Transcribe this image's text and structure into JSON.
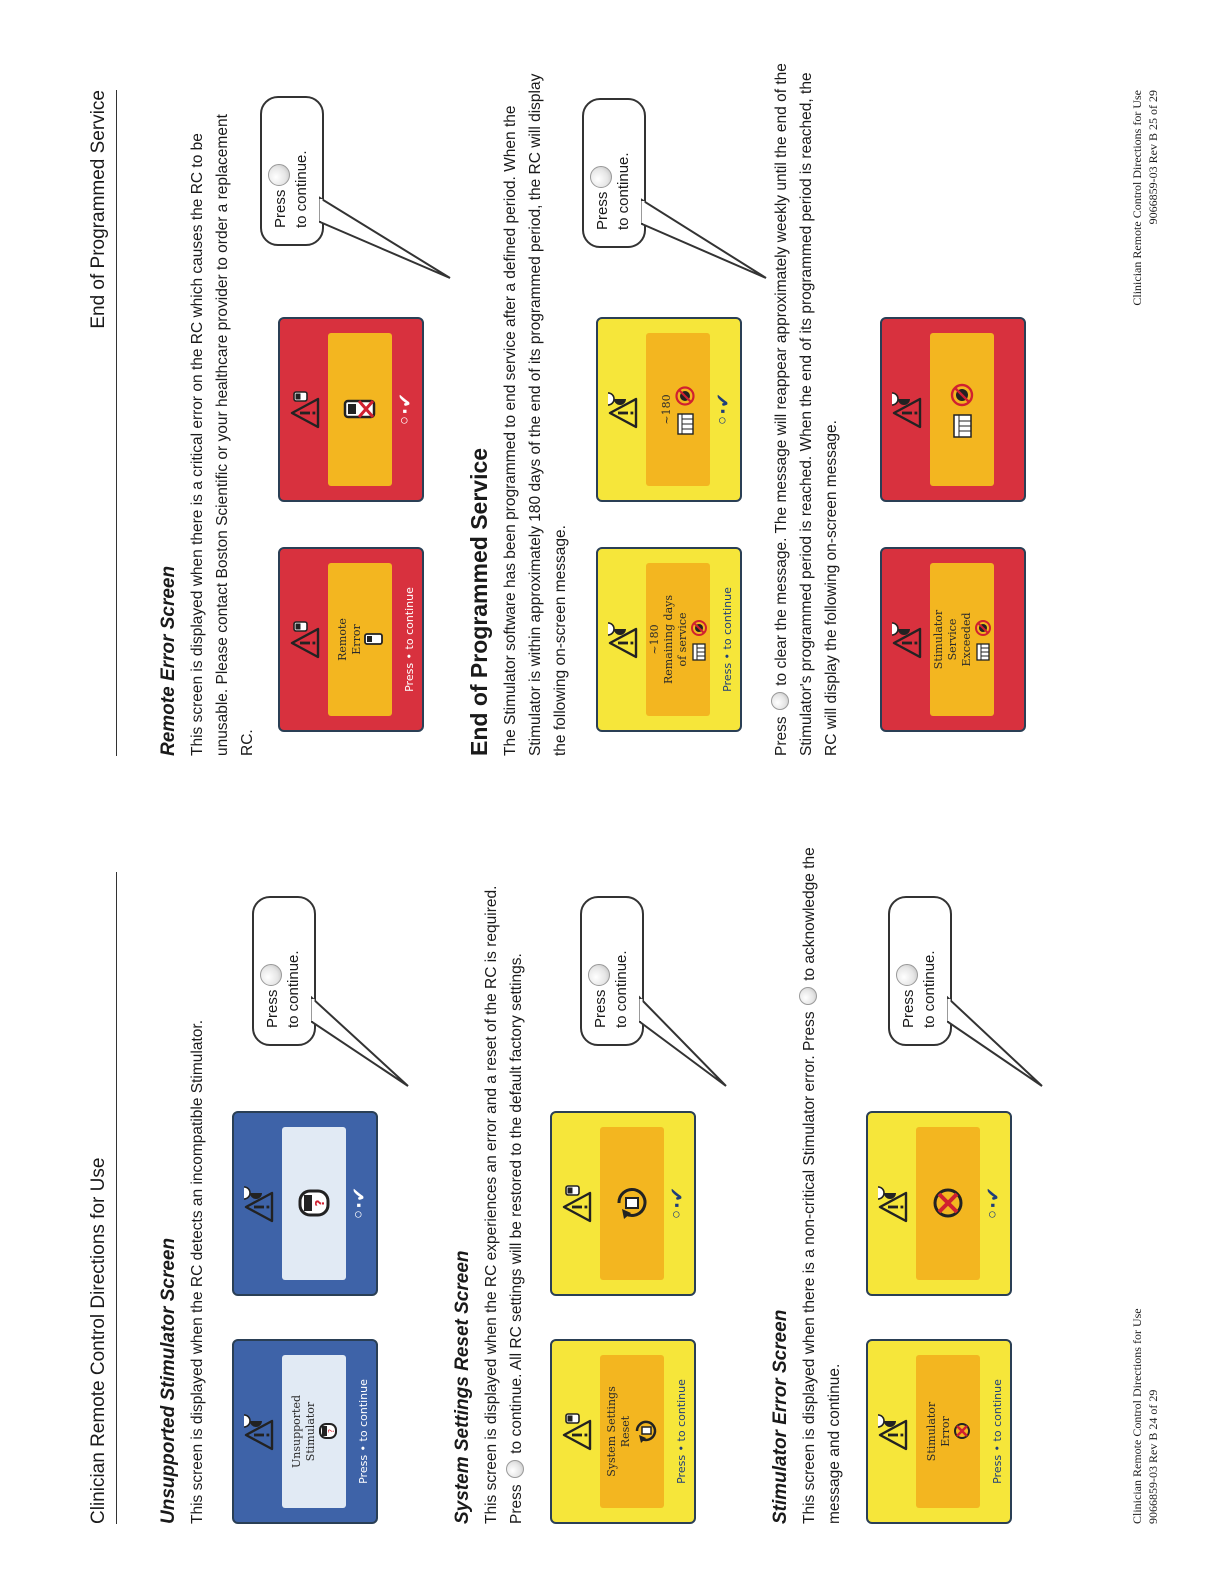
{
  "left_page": {
    "header": "Clinician Remote Control Directions for Use",
    "unsupported": {
      "title": "Unsupported Stimulator Screen",
      "body": "This screen is displayed when the RC detects an incompatible Stimulator.",
      "screen_label_line1": "Unsupported",
      "screen_label_line2": "Stimulator"
    },
    "reset": {
      "title": "System Settings Reset Screen",
      "body_before": "This screen is displayed when the RC experiences an error and a reset of the RC is required. Press",
      "body_after": "to continue. All RC settings will be restored to the default factory settings.",
      "screen_label_line1": "System Settings",
      "screen_label_line2": "Reset"
    },
    "stim_error": {
      "title": "Stimulator Error Screen",
      "body_before": "This screen is displayed when there is a non-critical Stimulator error. Press",
      "body_after": "to acknowledge the message and continue.",
      "screen_label_line1": "Stimulator",
      "screen_label_line2": "Error"
    },
    "footer_line1": "Clinician Remote Control Directions for Use",
    "footer_line2": "9066859-03 Rev B    24 of 29"
  },
  "right_page": {
    "header": "End of Programmed Service",
    "remote_error": {
      "title": "Remote Error Screen",
      "body": "This screen is displayed when there is a critical error on the RC which causes the RC to be unusable. Please contact Boston Scientific or your healthcare provider to order a replacement RC.",
      "screen_label_line1": "Remote",
      "screen_label_line2": "Error"
    },
    "eops": {
      "title": "End of Programmed Service",
      "body": "The Stimulator software has been programmed to end service after a defined period. When the Stimulator is within approximately 180 days of the end of its programmed period, the RC will display the following on-screen message.",
      "screen_value": "~180",
      "screen_label_line1": "Remaining days",
      "screen_label_line2": "of service",
      "short_value": "~180",
      "body2_before": "Press",
      "body2_after": "to clear the message. The message will reappear approximately weekly until the end of the Stimulator's programmed period is reached. When the end of its programmed period is reached, the RC will display the following on-screen message.",
      "exceeded_line1": "Stimulator",
      "exceeded_line2": "Service",
      "exceeded_line3": "Exceeded"
    },
    "footer_line1": "Clinician Remote Control Directions for Use",
    "footer_line2": "9066859-03 Rev B   25 of 29"
  },
  "common": {
    "press_to_continue": "Press • to continue",
    "callout_press": "Press",
    "callout_continue": "to continue.",
    "check_glyph": "◦·✔"
  },
  "colors": {
    "blue_screen": "#3e63a8",
    "yellow_screen": "#f6e63a",
    "red_screen": "#d8313e",
    "amber_panel": "#f3b620"
  }
}
